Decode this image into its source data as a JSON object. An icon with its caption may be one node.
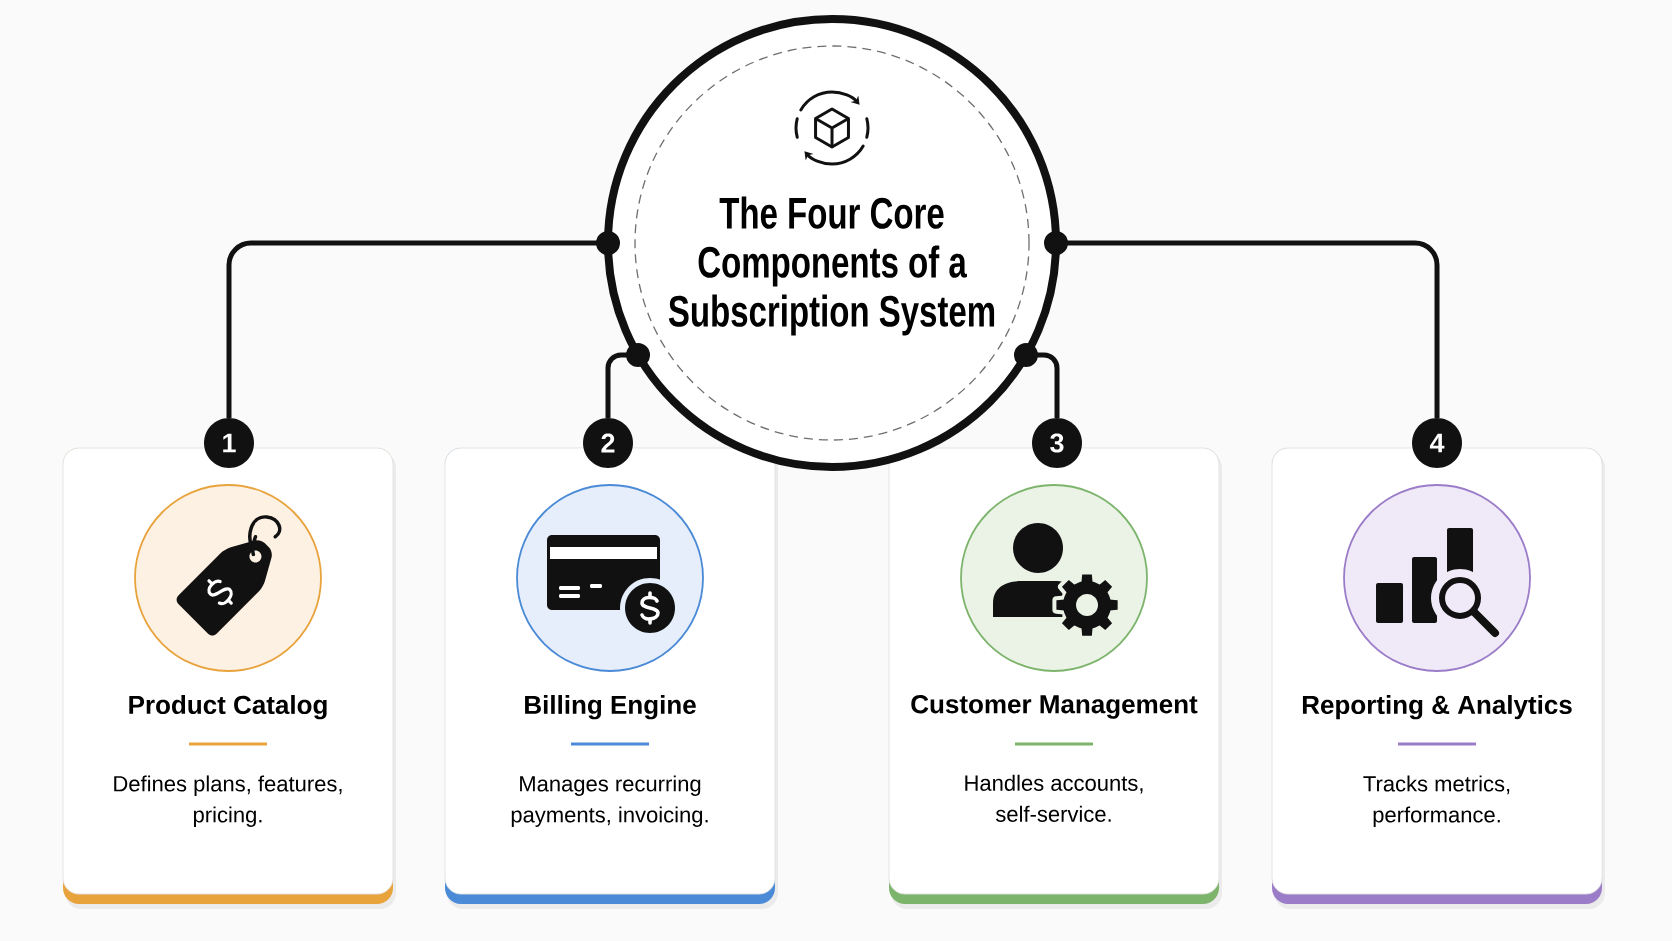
{
  "diagram": {
    "nodes": [
      {
        "text": [
          "The Four Core Components of a Subscription System"
        ]
      },
      {
        "text": [
          "1"
        ]
      },
      {
        "text": [
          "2"
        ]
      },
      {
        "text": [
          "3"
        ]
      },
      {
        "text": [
          "4"
        ]
      },
      {
        "text": [
          "Product Catalog",
          "Defines plans, features, pricing."
        ]
      },
      {
        "text": [
          "Billing Engine",
          "Manages recurring payments, invoicing."
        ]
      },
      {
        "text": [
          "Customer Management",
          "Handles accounts, self-service."
        ]
      },
      {
        "text": [
          "Reporting & Analytics",
          "Tracks metrics, performance."
        ]
      }
    ],
    "edges": [
      {
        "from": 0,
        "to": 1,
        "arrow": "other"
      },
      {
        "from": 0,
        "to": 2,
        "arrow": "other"
      },
      {
        "from": 0,
        "to": 3,
        "arrow": "other"
      },
      {
        "from": 0,
        "to": 4,
        "arrow": "other"
      }
    ]
  }
}
